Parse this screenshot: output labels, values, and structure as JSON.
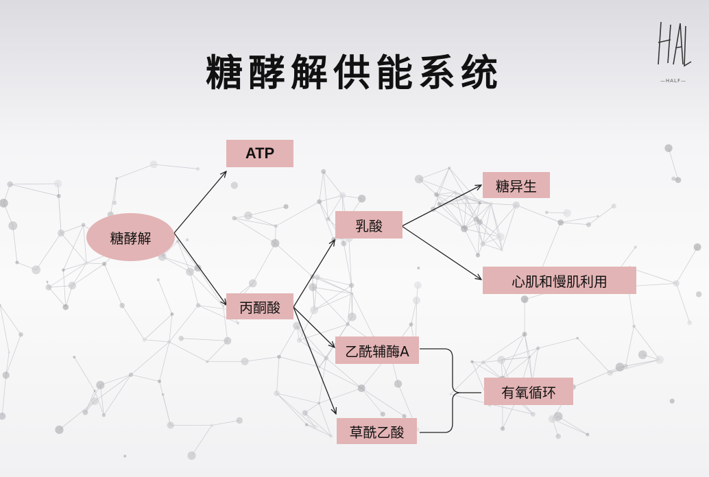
{
  "title": "糖酵解供能系统",
  "logo": {
    "mark": "HALF",
    "text": "—HALF—"
  },
  "nodes": {
    "glycolysis": "糖酵解",
    "atp": "ATP",
    "pyruvate": "丙酮酸",
    "lactate": "乳酸",
    "gluconeogenesis": "糖异生",
    "heart_slow_muscle": "心肌和慢肌利用",
    "acetyl_coa": "乙酰辅酶A",
    "oxaloacetate": "草酰乙酸",
    "aerobic_cycle": "有氧循环"
  },
  "colors": {
    "node_fill": "#e3b4b5",
    "text": "#111111",
    "line": "#222222"
  }
}
